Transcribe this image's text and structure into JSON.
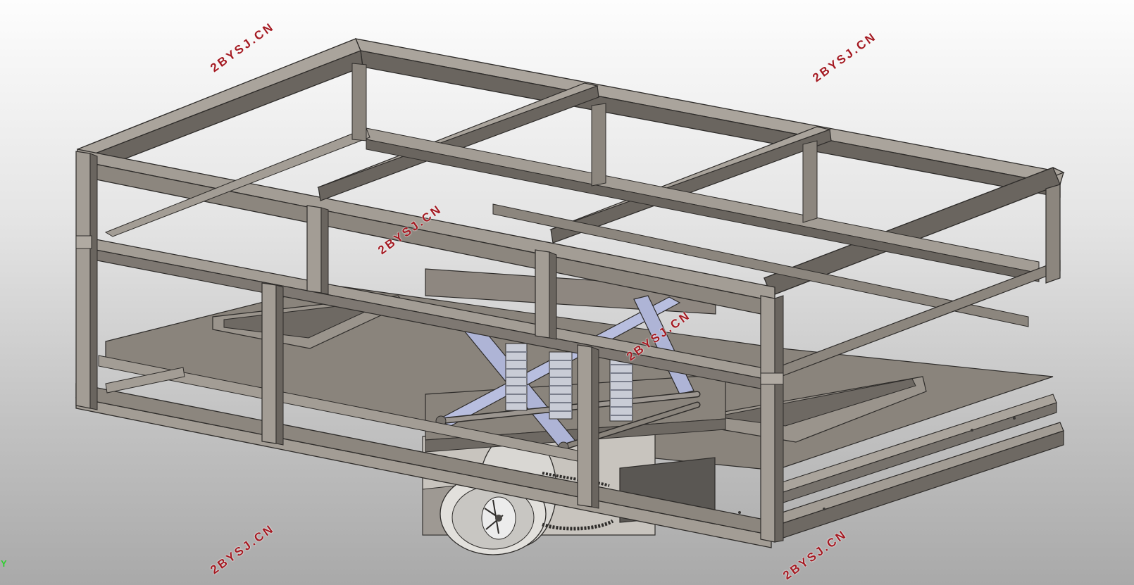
{
  "viewport": {
    "background_top": "#fdfdfd",
    "background_bottom": "#a9a9a9"
  },
  "colors": {
    "frame_light": "#a9a39b",
    "frame_mid": "#8e8880",
    "frame_dark": "#5f5b56",
    "frame_outline": "#2e2c2a",
    "scissor_blue": "#aeb4d6",
    "spring": "#c9ccd6",
    "plate": "#8a847c",
    "watermark": "#a41a22",
    "axis_y": "#2fd02f"
  },
  "watermarks": [
    "2BYSJ.CN",
    "2BYSJ.CN",
    "2BYSJ.CN",
    "2BYSJ.CN",
    "2BYSJ.CN",
    "2BYSJ.CN"
  ],
  "axis_triad": {
    "label": "Y"
  },
  "model": {
    "components": [
      "frame-top-rectangle",
      "frame-crossbars",
      "frame-posts",
      "lower-deck-plate",
      "scissor-lift",
      "springs",
      "drive-wheel",
      "chain-drive",
      "side-rails"
    ]
  }
}
